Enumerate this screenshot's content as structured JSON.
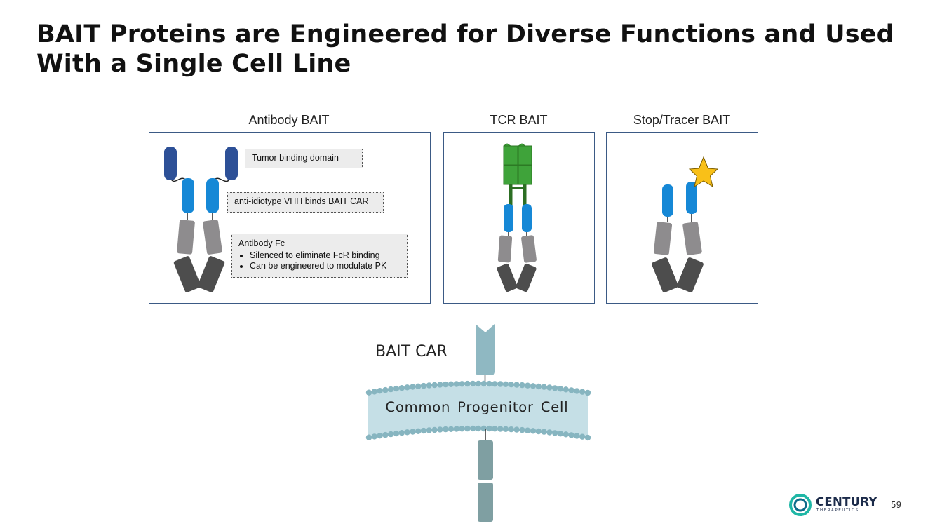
{
  "slide": {
    "title": "BAIT Proteins are Engineered for Diverse Functions and Used With a Single Cell Line",
    "page_number": "59"
  },
  "panels": [
    {
      "title": "Antibody BAIT",
      "callouts": {
        "tumor": "Tumor binding domain",
        "vhh": "anti-idiotype VHH binds BAIT CAR",
        "fc_title": "Antibody Fc",
        "fc_bullets": [
          "Silenced to eliminate FcR binding",
          "Can be engineered to modulate PK"
        ]
      }
    },
    {
      "title": "TCR BAIT"
    },
    {
      "title": "Stop/Tracer BAIT"
    }
  ],
  "cell": {
    "receptor_label": "BAIT CAR",
    "membrane_label": "Common Progenitor Cell"
  },
  "logo": {
    "name": "CENTURY",
    "sub": "THERAPEUTICS"
  },
  "colors": {
    "dark_blue": "#2d5097",
    "light_blue": "#1688d6",
    "light_gray": "#8e8c8e",
    "dark_gray": "#4d4d4d",
    "green": "#3fa33a",
    "star": "#f9c018",
    "membrane_fill": "#c5dfe6",
    "membrane_dot": "#87b5c0",
    "receptor": "#8fb8c2",
    "receptor_dark": "#7f9fa2",
    "border": "#3b5a85"
  },
  "icons": [
    "star-icon",
    "century-logo-icon"
  ]
}
